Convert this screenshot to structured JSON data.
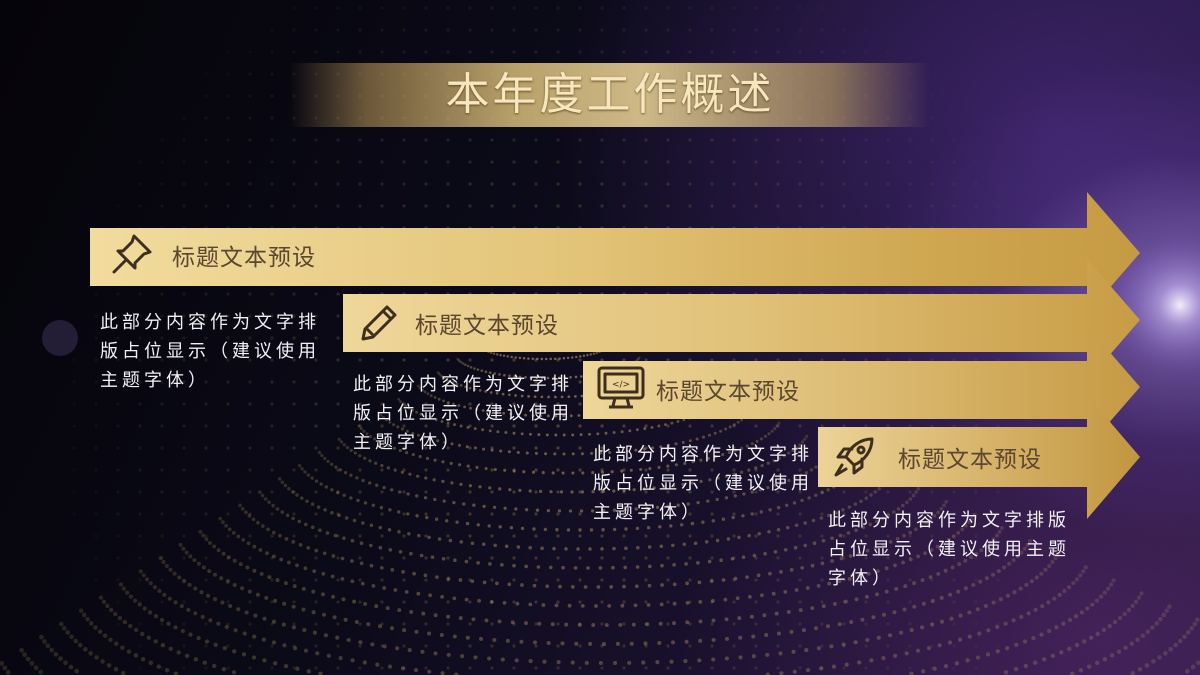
{
  "slide": {
    "title": "本年度工作概述",
    "colors": {
      "gold_light": "#f3dc9a",
      "gold_dark": "#b98f3e",
      "label_text": "#5b4630",
      "desc_text": "#f2f0f4"
    },
    "items": [
      {
        "icon": "pushpin-icon",
        "label": "标题文本预设",
        "text": "此部分内容作为文字排版占位显示（建议使用主题字体）"
      },
      {
        "icon": "pencil-icon",
        "label": "标题文本预设",
        "text": "此部分内容作为文字排版占位显示（建议使用主题字体）"
      },
      {
        "icon": "monitor-code-icon",
        "label": "标题文本预设",
        "text": "此部分内容作为文字排版占位显示（建议使用主题字体）"
      },
      {
        "icon": "rocket-icon",
        "label": "标题文本预设",
        "text": "此部分内容作为文字排版占位显示（建议使用主题字体）"
      }
    ]
  }
}
